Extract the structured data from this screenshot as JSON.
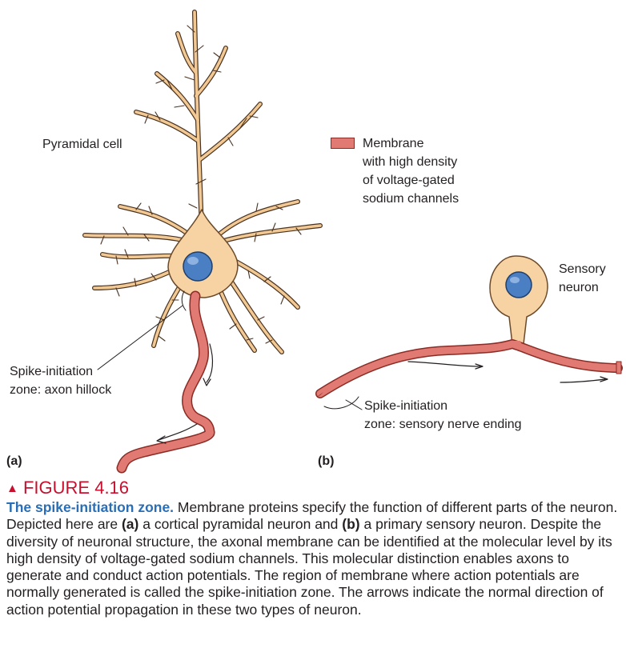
{
  "labels": {
    "pyramidal_cell": "Pyramidal cell",
    "legend_line1": "Membrane",
    "legend_line2": "with high density",
    "legend_line3": "of voltage-gated",
    "legend_line4": "sodium channels",
    "sensory_line1": "Sensory",
    "sensory_line2": "neuron",
    "spike_a_line1": "Spike-initiation",
    "spike_a_line2": "zone: axon hillock",
    "spike_b_line1": "Spike-initiation",
    "spike_b_line2": "zone: sensory nerve ending",
    "panel_a": "(a)",
    "panel_b": "(b)"
  },
  "colors": {
    "membrane": "#e07a72",
    "membrane_stroke": "#8a2b25",
    "cell_body": "#f7d3a4",
    "cell_stroke": "#6b4a2b",
    "nucleus": "#4a7fc4",
    "figure_number": "#c8102e",
    "caption_title": "#2a6eb5"
  },
  "caption": {
    "figure_number": "FIGURE 4.16",
    "title": "The spike-initiation zone.",
    "seg1": " Membrane proteins specify the function of different parts of the neuron. Depicted here are ",
    "bold_a": "(a)",
    "seg2": " a cortical pyramidal neuron and ",
    "bold_b": "(b)",
    "seg3": " a primary sensory neuron. Despite the diversity of neuronal structure, the axonal membrane can be identified at the molecular level by its high density of voltage-gated sodium channels. This molecular distinction enables axons to generate and conduct action potentials. The region of membrane where action potentials are normally generated is called the spike-initiation zone. The arrows indicate the normal direction of action potential propagation in these two types of neuron."
  }
}
